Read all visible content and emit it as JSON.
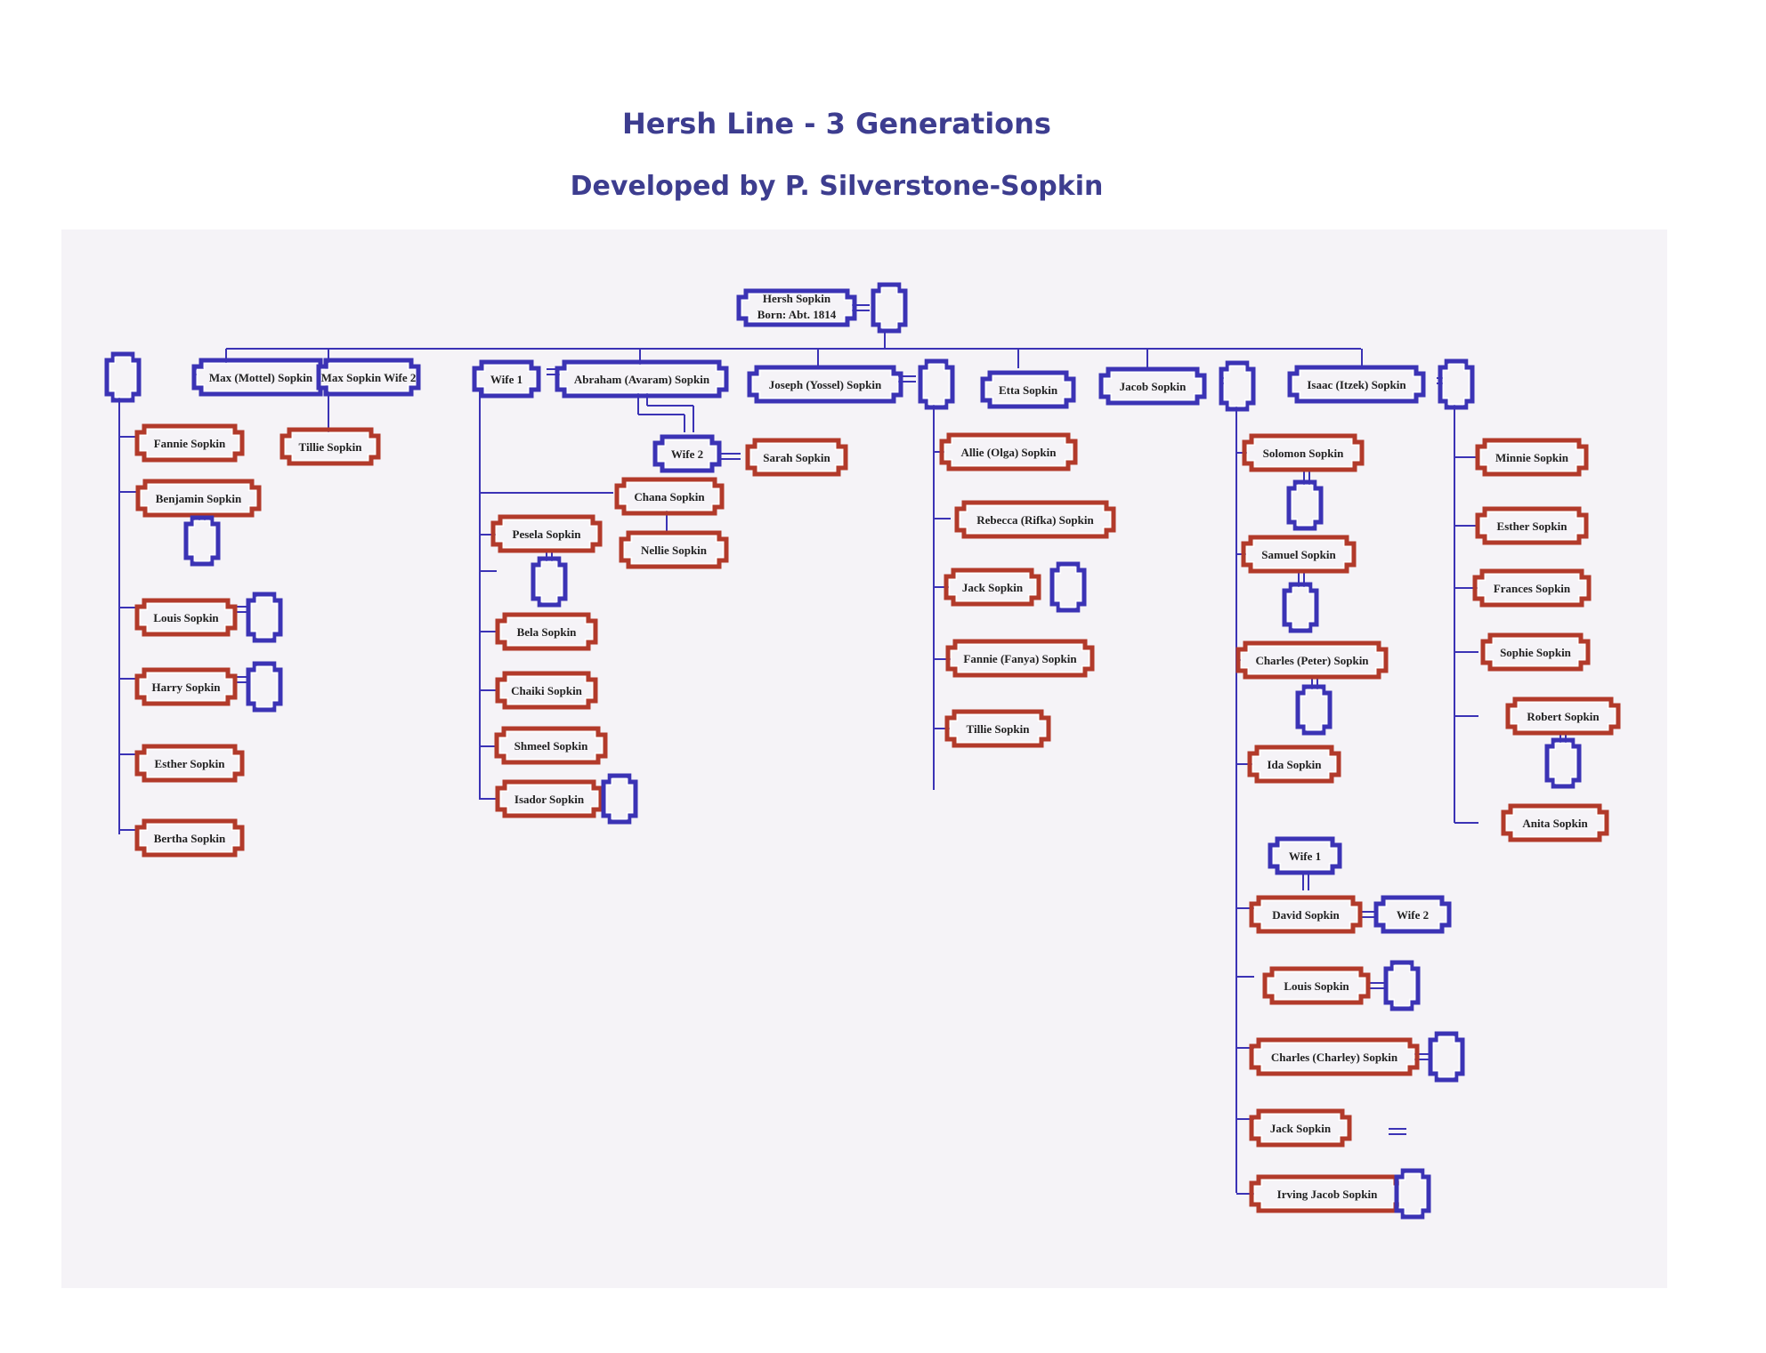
{
  "header": {
    "title": "Hersh Line - 3 Generations",
    "subtitle": "Developed by P. Silverstone-Sopkin"
  },
  "colors": {
    "title": "#3d3d8f",
    "line": "#3b33b5",
    "spouse_box": "#3b33b5",
    "child_box": "#b23a2a",
    "background": "#f5f3f7"
  },
  "root": {
    "name": "Hersh Sopkin",
    "born": "Born: Abt. 1814"
  },
  "generation2": [
    {
      "id": "max",
      "name": "Max (Mottel) Sopkin",
      "spouses": [
        "",
        "Max Sopkin Wife 2"
      ]
    },
    {
      "id": "abraham",
      "name": "Abraham (Avaram) Sopkin",
      "spouses": [
        "Wife 1",
        "Wife 2"
      ]
    },
    {
      "id": "joseph",
      "name": "Joseph (Yossel) Sopkin",
      "spouses": [
        ""
      ]
    },
    {
      "id": "etta",
      "name": "Etta Sopkin",
      "spouses": []
    },
    {
      "id": "jacob",
      "name": "Jacob Sopkin",
      "spouses": [
        ""
      ]
    },
    {
      "id": "isaac",
      "name": "Isaac (Itzek) Sopkin",
      "spouses": [
        ""
      ]
    }
  ],
  "children": {
    "max_wife1": [
      "Fannie Sopkin",
      "Benjamin Sopkin",
      "Louis Sopkin",
      "Harry Sopkin",
      "Esther Sopkin",
      "Bertha Sopkin"
    ],
    "max_wife2": [
      "Tillie Sopkin"
    ],
    "abraham_wife1": [
      "Chana Sopkin",
      "Pesela Sopkin",
      "Bela Sopkin",
      "Chaiki Sopkin",
      "Shmeel Sopkin",
      "Isador Sopkin"
    ],
    "abraham_wife2": [
      "Sarah Sopkin"
    ],
    "chana": [
      "Nellie Sopkin"
    ],
    "joseph": [
      "Allie (Olga) Sopkin",
      "Rebecca (Rifka) Sopkin",
      "Jack Sopkin",
      "Fannie (Fanya) Sopkin",
      "Tillie Sopkin"
    ],
    "jacob": [
      "Solomon Sopkin",
      "Samuel Sopkin",
      "Charles (Peter) Sopkin",
      "Ida Sopkin",
      "David Sopkin",
      "Louis Sopkin",
      "Charles (Charley) Sopkin",
      "Jack Sopkin",
      "Irving Jacob Sopkin"
    ],
    "david_spouses": [
      "Wife 1",
      "Wife 2"
    ],
    "isaac": [
      "Minnie Sopkin",
      "Esther Sopkin",
      "Frances Sopkin",
      "Sophie Sopkin",
      "Robert Sopkin",
      "Anita Sopkin"
    ]
  }
}
